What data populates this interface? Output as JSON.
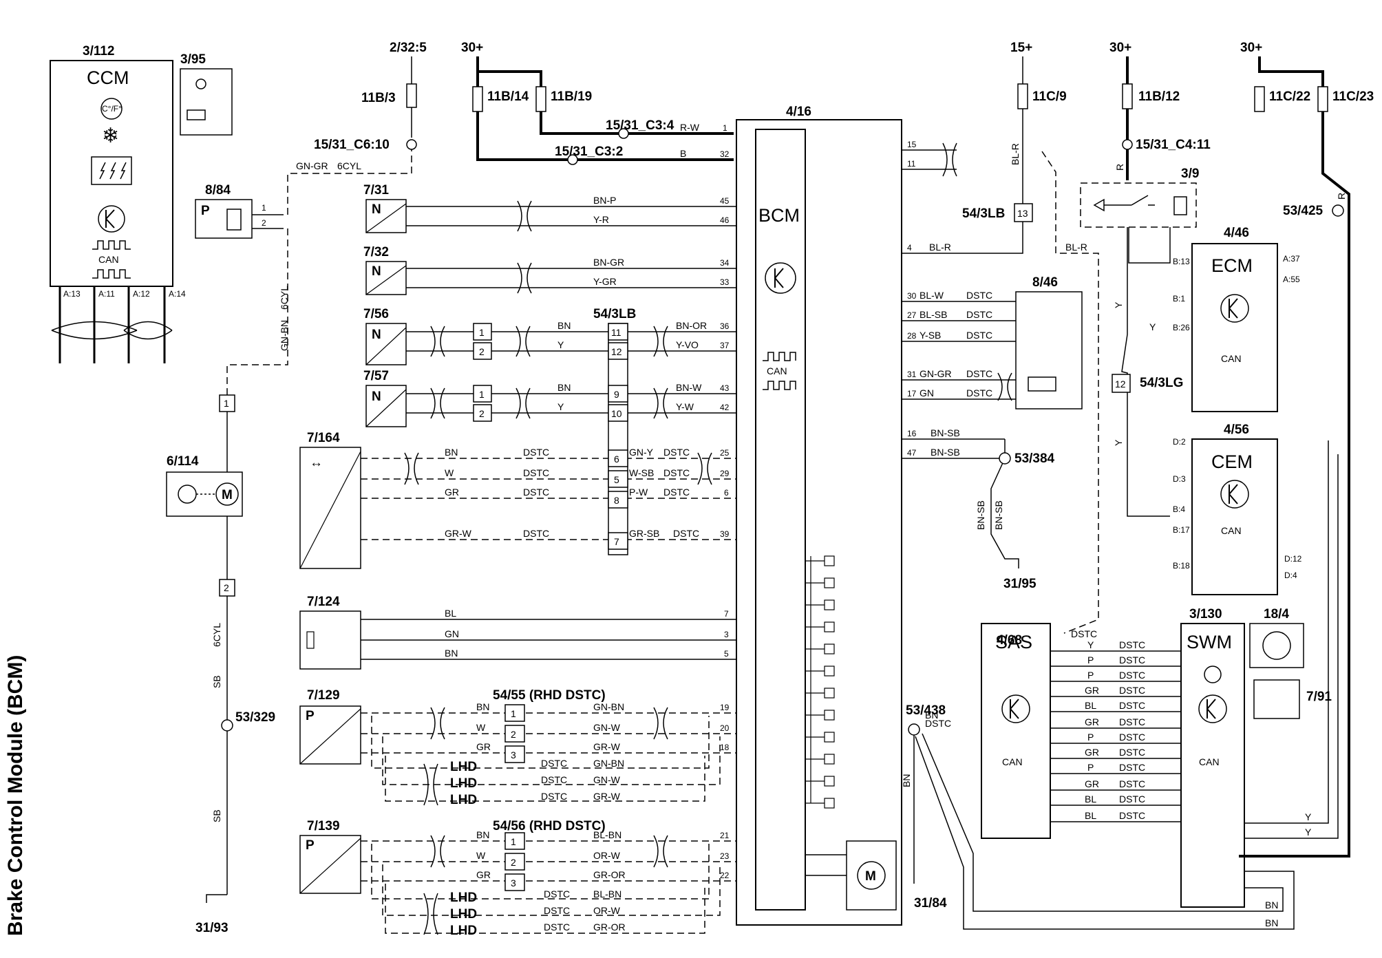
{
  "title": "Brake Control Module (BCM)",
  "modules": {
    "ccm": {
      "ref": "3/112",
      "name": "CCM",
      "temp_label": "C°/F°",
      "can": "CAN",
      "pins": [
        "A:13",
        "A:11",
        "A:12",
        "A:14"
      ]
    },
    "bcm": {
      "ref": "4/16",
      "name": "BCM",
      "can": "CAN"
    },
    "ecm": {
      "ref": "4/46",
      "name": "ECM",
      "can": "CAN",
      "pins": [
        "B:13",
        "B:1",
        "B:26",
        "A:37",
        "A:55"
      ]
    },
    "cem": {
      "ref": "4/56",
      "name": "CEM",
      "can": "CAN",
      "pins": [
        "D:2",
        "D:3",
        "B:4",
        "B:17",
        "B:18",
        "D:12",
        "D:4"
      ]
    },
    "sas": {
      "ref": "4/68",
      "name": "SAS",
      "can": "CAN"
    },
    "swm": {
      "ref": "3/130",
      "name": "SWM",
      "can": "CAN"
    }
  },
  "components": {
    "c395": "3/95",
    "c884": "8/84",
    "c6114": "6/114",
    "c731": "7/31",
    "c732": "7/32",
    "c756": "7/56",
    "c757": "7/57",
    "c7164": "7/164",
    "c7124": "7/124",
    "c7129": "7/129",
    "c7139": "7/139",
    "c846": "8/46",
    "c39": "3/9",
    "c184": "18/4",
    "c791": "7/91"
  },
  "power": {
    "p1": "2/32:5",
    "p2": "30+",
    "p3": "15+",
    "p4": "30+",
    "p5": "30+"
  },
  "fuses": {
    "f1": "11B/3",
    "f2": "11B/14",
    "f3": "11B/19",
    "f4": "11C/9",
    "f5": "11B/12",
    "f6": "11C/22",
    "f7": "11C/23"
  },
  "splices": {
    "s1": "15/31_C6:10",
    "s2": "15/31_C3:4",
    "s3": "15/31_C3:2",
    "s4": "15/31_C4:11"
  },
  "grounds": {
    "g1": "53/425",
    "g2": "53/384",
    "g3": "31/95",
    "g4": "53/329",
    "g5": "31/93",
    "g6": "53/438",
    "g7": "31/84"
  },
  "connectors": {
    "k1": "54/3LB",
    "k2": "54/3LB",
    "k3": "54/3LG",
    "k4": "54/55 (RHD DSTC)",
    "k5": "54/56 (RHD DSTC)"
  },
  "wires": {
    "gn_gr": "GN-GR",
    "cyl6": "6CYL",
    "gn_bn": "GN-BN",
    "cyl6b": "6CYL",
    "cyl6c": "6CYL",
    "sb": "SB",
    "sb2": "SB",
    "r_w": "R-W",
    "b": "B",
    "bn_p": "BN-P",
    "y_r": "Y-R",
    "bn_gr": "BN-GR",
    "y_gr": "Y-GR",
    "bn1": "BN",
    "y1": "Y",
    "bn_or": "BN-OR",
    "y_vo": "Y-VO",
    "bn2": "BN",
    "y2": "Y",
    "bn_w": "BN-W",
    "y_w": "Y-W",
    "bl_r": "BL-R",
    "bl_r2": "BL-R",
    "bl_r3": "BL-R",
    "r1": "R",
    "r2": "R",
    "y_a": "Y",
    "y_b": "Y",
    "y_c": "Y",
    "bl_w": "BL-W",
    "bl_sb": "BL-SB",
    "y_sb": "Y-SB",
    "gn_gr2": "GN-GR",
    "gn": "GN",
    "d1": "DSTC",
    "d2": "DSTC",
    "d3": "DSTC",
    "d4": "DSTC",
    "d5": "DSTC",
    "bn_sb": "BN-SB",
    "bn_sb2": "BN-SB",
    "bn_sb3": "BN-SB",
    "bn_sb4": "BN-SB",
    "bn3": "BN",
    "w3": "W",
    "gr3": "GR",
    "gr_w3": "GR-W",
    "d6": "DSTC",
    "d7": "DSTC",
    "d8": "DSTC",
    "d9": "DSTC",
    "gn_y": "GN-Y",
    "w_sb": "W-SB",
    "p_w": "P-W",
    "gr_sb": "GR-SB",
    "d10": "DSTC",
    "d11": "DSTC",
    "d12": "DSTC",
    "d13": "DSTC",
    "bl4": "BL",
    "gn4": "GN",
    "bn4": "BN",
    "bn5": "BN",
    "w5": "W",
    "gr5": "GR",
    "gn_bn5": "GN-BN",
    "gn_w5": "GN-W",
    "gr_w5": "GR-W",
    "lhd1": "LHD",
    "lhd2": "LHD",
    "lhd3": "LHD",
    "d14": "DSTC",
    "d15": "DSTC",
    "d16": "DSTC",
    "gn_bn6": "GN-BN",
    "gn_w6": "GN-W",
    "gr_w6": "GR-W",
    "bn7": "BN",
    "w7": "W",
    "gr7": "GR",
    "bl_bn7": "BL-BN",
    "or_w7": "OR-W",
    "gr_or7": "GR-OR",
    "lhd4": "LHD",
    "lhd5": "LHD",
    "lhd6": "LHD",
    "d17": "DSTC",
    "d18": "DSTC",
    "d19": "DSTC",
    "bl_bn8": "BL-BN",
    "or_w8": "OR-W",
    "gr_or8": "GR-OR",
    "bn9": "BN",
    "d20": "DSTC",
    "bn10": "BN",
    "bn11": "BN",
    "bn12": "BN",
    "d21": "DSTC",
    "sy": "Y",
    "sp": "P",
    "sp2": "P",
    "sgr": "GR",
    "sbl": "BL",
    "sgr2": "GR",
    "sp3": "P",
    "sgr3": "GR",
    "sp4": "P",
    "sgr4": "GR",
    "sbl2": "BL",
    "sbl3": "BL",
    "sd1": "DSTC",
    "sd2": "DSTC",
    "sd3": "DSTC",
    "sd4": "DSTC",
    "sd5": "DSTC",
    "sd6": "DSTC",
    "sd7": "DSTC",
    "sd8": "DSTC",
    "sd9": "DSTC",
    "sd10": "DSTC",
    "sd11": "DSTC",
    "sd12": "DSTC",
    "y_r1": "Y",
    "y_r2": "Y"
  }
}
